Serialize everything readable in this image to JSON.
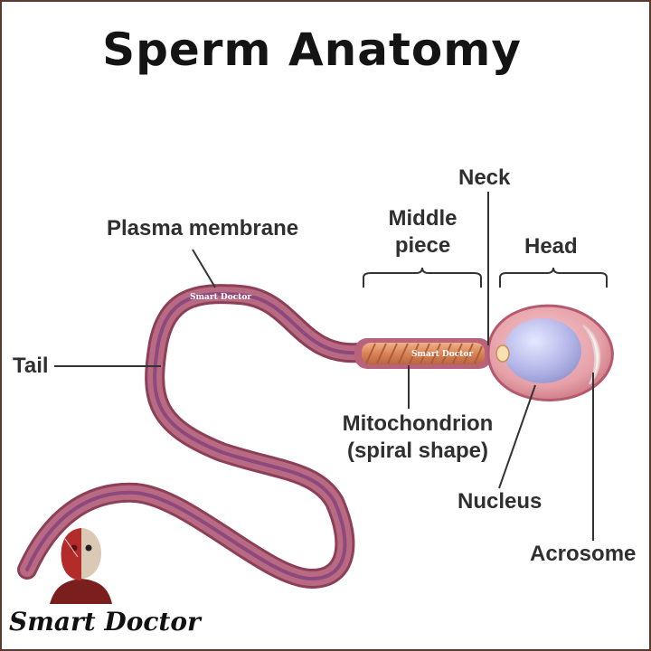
{
  "title": "Sperm Anatomy",
  "labels": {
    "neck": "Neck",
    "middle_piece": [
      "Middle",
      "piece"
    ],
    "head": "Head",
    "plasma_membrane": "Plasma membrane",
    "tail": "Tail",
    "mitochondrion": [
      "Mitochondrion",
      "(spiral shape)"
    ],
    "nucleus": "Nucleus",
    "acrosome": "Acrosome"
  },
  "watermark": {
    "text": "Smart Doctor"
  },
  "logo": {
    "text": "Smart Doctor",
    "icon": "anatomy-head-icon"
  },
  "colors": {
    "membrane": "#a8566d",
    "membrane_light": "#c98a9c",
    "midpiece": "#d9845a",
    "head": "#e7a6ab",
    "nucleus": "#bfc2ee",
    "acrosome": "#f4e4e4",
    "leader": "#333333"
  }
}
